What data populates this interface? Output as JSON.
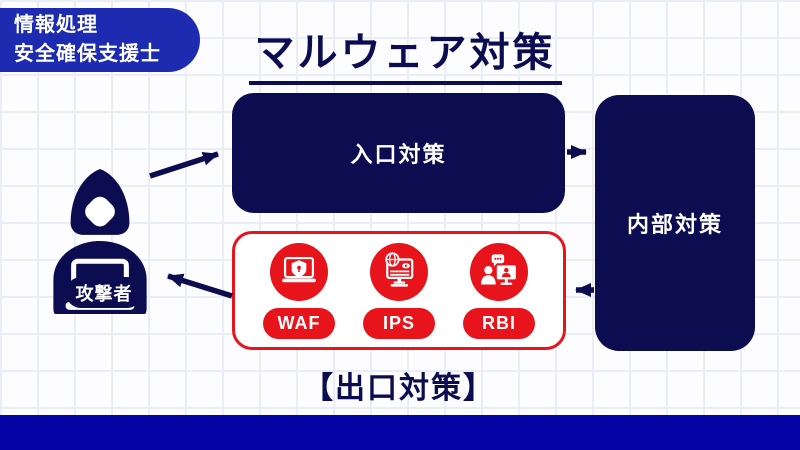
{
  "badge": {
    "line1": "情報処理",
    "line2": "安全確保支援士"
  },
  "title": {
    "text": "マルウェア対策"
  },
  "attacker": {
    "label": "攻撃者"
  },
  "flow": {
    "entrance_label": "入口対策",
    "internal_label": "内部対策",
    "exit_label": "【出口対策】"
  },
  "exit_measures": {
    "items": [
      {
        "label": "WAF",
        "icon": "laptop-shield-icon"
      },
      {
        "label": "IPS",
        "icon": "monitor-globe-eye-icon"
      },
      {
        "label": "RBI",
        "icon": "remote-browser-user-icon"
      }
    ]
  },
  "colors": {
    "navy": "#0c0c50",
    "badge-blue": "#1c2bb0",
    "bar-blue": "#0404a4",
    "red": "#e8141c",
    "grid-line": "#e9edf6",
    "bg": "#fdfdff"
  }
}
